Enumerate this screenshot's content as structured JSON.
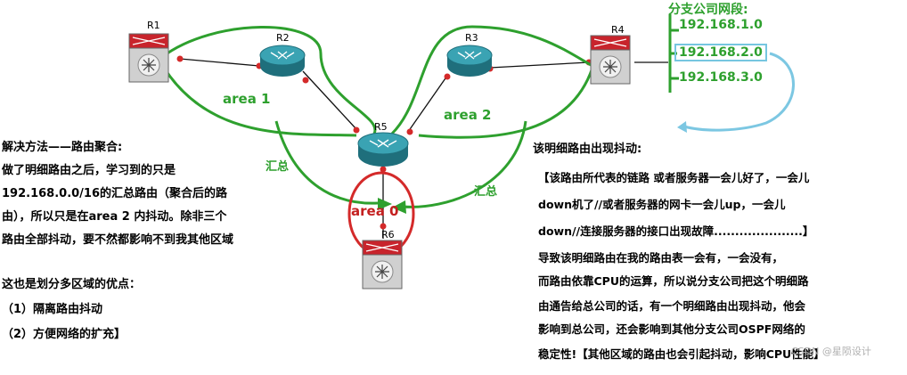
{
  "devices": {
    "r1": "R1",
    "r2": "R2",
    "r3": "R3",
    "r4": "R4",
    "r5": "R5",
    "r6": "R6"
  },
  "areas": {
    "area1": "area 1",
    "area2": "area 2",
    "area0": "area 0"
  },
  "summary_labels": {
    "left": "汇总",
    "right": "汇总"
  },
  "branch": {
    "title": "分支公司网段:",
    "nets": [
      "192.168.1.0",
      "192.168.2.0",
      "192.168.3.0"
    ]
  },
  "left_text": {
    "line1": "解决方法——路由聚合:",
    "line2": "做了明细路由之后，学习到的只是",
    "line3": "192.168.0.0/16的汇总路由（聚合后的路",
    "line4": "由），所以只是在area 2 内抖动。除非三个",
    "line5": "路由全部抖动，要不然都影响不到我其他区域",
    "line6": "这也是划分多区域的优点：",
    "line7": "（1）隔离路由抖动",
    "line8": "（2）方便网络的扩充】"
  },
  "right_text": {
    "line1": "该明细路由出现抖动:",
    "line2": "【该路由所代表的链路 或者服务器一会儿好了，一会儿",
    "line3": "down机了//或者服务器的网卡一会儿up，一会儿",
    "line4": "down//连接服务器的接口出现故障.....................】",
    "line5": "导致该明细路由在我的路由表一会有，一会没有，",
    "line6": "而路由依靠CPU的运算，所以说分支公司把这个明细路",
    "line7": "由通告给总公司的话，有一个明细路由出现抖动，他会",
    "line8": "影响到总公司，还会影响到其他分支公司OSPF网络的",
    "line9": "稳定性!【其他区域的路由也会引起抖动，影响CPU性能】"
  },
  "watermark": "CSDN @星陨设计",
  "colors": {
    "green": "#2ea02e",
    "red": "#d42a2a",
    "blue": "#7cc7e2",
    "switch": "#c8242c",
    "router": "#2c8c9c"
  }
}
